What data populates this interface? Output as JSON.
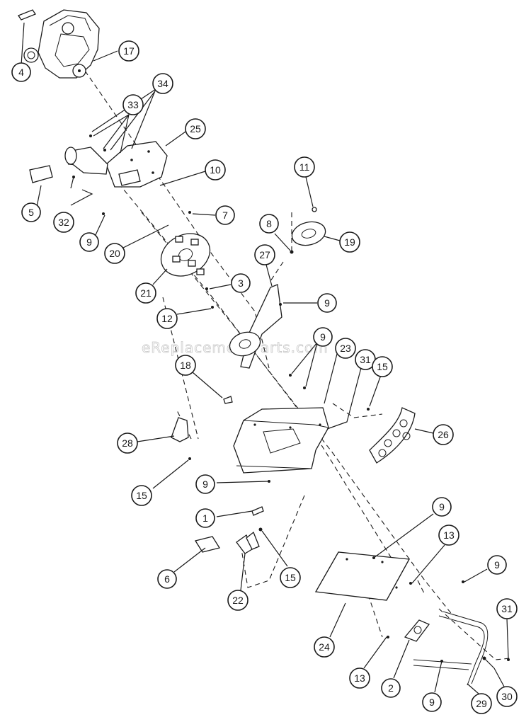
{
  "watermark": "eReplacementParts.com",
  "callouts": {
    "c4": "4",
    "c17": "17",
    "c34": "34",
    "c33": "33",
    "c25": "25",
    "c5": "5",
    "c32": "32",
    "c10": "10",
    "c11": "11",
    "c9a": "9",
    "c7": "7",
    "c20": "20",
    "c8": "8",
    "c19": "19",
    "c27": "27",
    "c21": "21",
    "c3": "3",
    "c9b": "9",
    "c12": "12",
    "c9c": "9",
    "c23": "23",
    "c31a": "31",
    "c15a": "15",
    "c18": "18",
    "c26": "26",
    "c28": "28",
    "c15b": "15",
    "c9d": "9",
    "c1": "1",
    "c9e": "9",
    "c6": "6",
    "c22": "22",
    "c15c": "15",
    "c13a": "13",
    "c9f": "9",
    "c24": "24",
    "c31b": "31",
    "c13b": "13",
    "c2": "2",
    "c9g": "9",
    "c29": "29",
    "c30": "30"
  }
}
